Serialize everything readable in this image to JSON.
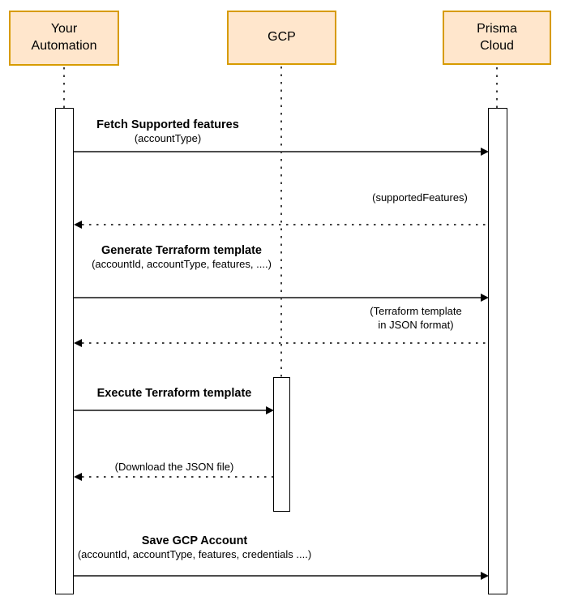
{
  "diagram": {
    "type": "sequence",
    "colors": {
      "actor_fill": "#ffe6cc",
      "actor_border": "#d79b00",
      "line": "#4d4d4d",
      "arrowhead": "#000000",
      "text": "#000000",
      "background": "#ffffff"
    },
    "actors": [
      {
        "id": "your-automation",
        "label": "Your\nAutomation"
      },
      {
        "id": "gcp",
        "label": "GCP"
      },
      {
        "id": "prisma-cloud",
        "label": "Prisma\nCloud"
      }
    ],
    "messages": [
      {
        "title": "Fetch Supported features",
        "params": "(accountType)",
        "from": "Your Automation",
        "to": "Prisma Cloud",
        "line": "solid",
        "direction": "right"
      },
      {
        "title": "",
        "params": "(supportedFeatures)",
        "from": "Prisma Cloud",
        "to": "Your Automation",
        "line": "dotted",
        "direction": "left"
      },
      {
        "title": "Generate Terraform template",
        "params": "(accountId, accountType, features, ....)",
        "from": "Your Automation",
        "to": "Prisma Cloud",
        "line": "solid",
        "direction": "right"
      },
      {
        "title": "",
        "params": "(Terraform template\nin JSON format)",
        "from": "Prisma Cloud",
        "to": "Your Automation",
        "line": "dotted",
        "direction": "left"
      },
      {
        "title": "Execute Terraform template",
        "params": "",
        "from": "Your Automation",
        "to": "GCP",
        "line": "solid",
        "direction": "right"
      },
      {
        "title": "",
        "params": "(Download the JSON file)",
        "from": "GCP",
        "to": "Your Automation",
        "line": "dotted",
        "direction": "left"
      },
      {
        "title": "Save GCP Account",
        "params": "(accountId, accountType, features, credentials ....)",
        "from": "Your Automation",
        "to": "Prisma Cloud",
        "line": "solid",
        "direction": "right"
      }
    ]
  }
}
